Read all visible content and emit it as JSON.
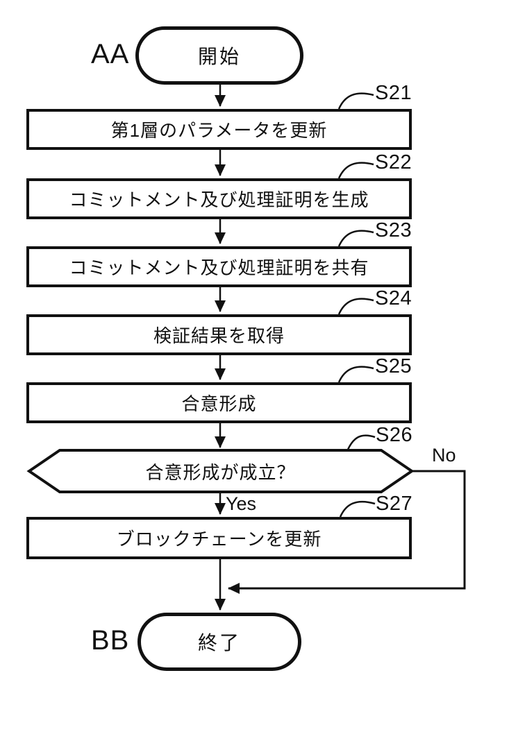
{
  "diagram": {
    "figure_type": "flowchart",
    "start": {
      "label": "AA",
      "text": "開始"
    },
    "end": {
      "label": "BB",
      "text": "終了"
    },
    "steps": [
      {
        "id": "S21",
        "text": "第1層のパラメータを更新",
        "type": "process"
      },
      {
        "id": "S22",
        "text": "コミットメント及び処理証明を生成",
        "type": "process"
      },
      {
        "id": "S23",
        "text": "コミットメント及び処理証明を共有",
        "type": "process"
      },
      {
        "id": "S24",
        "text": "検証結果を取得",
        "type": "process"
      },
      {
        "id": "S25",
        "text": "合意形成",
        "type": "process"
      },
      {
        "id": "S26",
        "text": "合意形成が成立？",
        "type": "decision"
      },
      {
        "id": "S27",
        "text": "ブロックチェーンを更新",
        "type": "process"
      }
    ],
    "branch": {
      "yes_label": "Yes",
      "no_label": "No"
    },
    "colors": {
      "line": "#111111",
      "background": "#ffffff"
    }
  }
}
